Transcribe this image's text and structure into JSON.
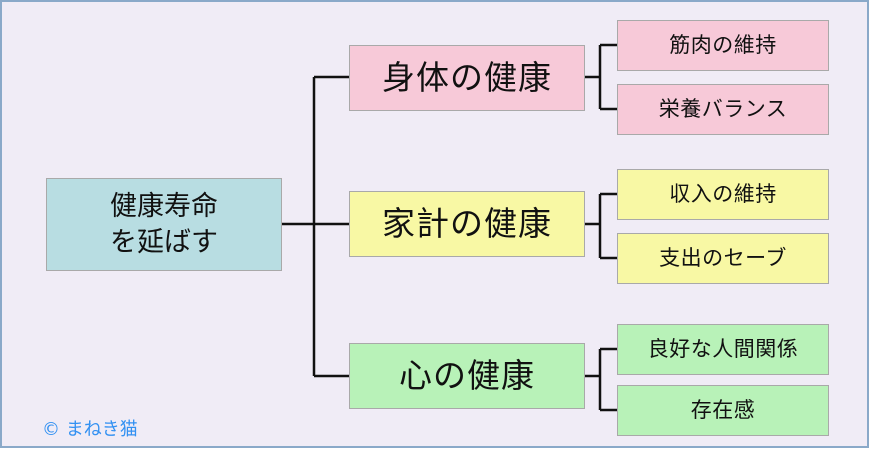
{
  "root": {
    "label": "健康寿命\nを延ばす"
  },
  "branches": [
    {
      "label": "身体の健康",
      "color": "#f7c9d8",
      "children": [
        "筋肉の維持",
        "栄養バランス"
      ]
    },
    {
      "label": "家計の健康",
      "color": "#f8f8a4",
      "children": [
        "収入の維持",
        "支出のセーブ"
      ]
    },
    {
      "label": "心の健康",
      "color": "#b8f2b8",
      "children": [
        "良好な人間関係",
        "存在感"
      ]
    }
  ],
  "credit": "© まねき猫"
}
